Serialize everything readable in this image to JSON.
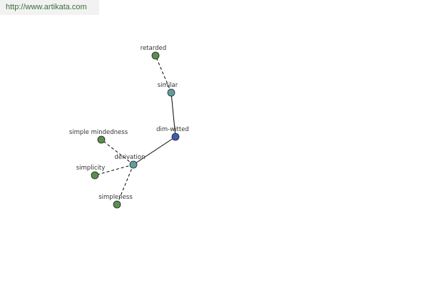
{
  "source_link": "http://www.artikata.com",
  "colors": {
    "center_node": "#3a5dae",
    "relation_node": "#5f9ea0",
    "leaf_node": "#5a8f4e",
    "node_stroke": "#222222",
    "edge": "#000000"
  },
  "graph": {
    "nodes": [
      {
        "id": "dim-witted",
        "label": "dim-witted",
        "kind": "center"
      },
      {
        "id": "similar",
        "label": "similar",
        "kind": "relation"
      },
      {
        "id": "derivation",
        "label": "derivation",
        "kind": "relation"
      },
      {
        "id": "retarded",
        "label": "retarded",
        "kind": "leaf"
      },
      {
        "id": "simple-mindedness",
        "label": "simple mindedness",
        "kind": "leaf"
      },
      {
        "id": "simplicity",
        "label": "simplicity",
        "kind": "leaf"
      },
      {
        "id": "simpleness",
        "label": "simpleness",
        "kind": "leaf"
      }
    ],
    "edges": [
      {
        "from": "dim-witted",
        "to": "similar",
        "style": "solid"
      },
      {
        "from": "dim-witted",
        "to": "derivation",
        "style": "solid"
      },
      {
        "from": "similar",
        "to": "retarded",
        "style": "dashed"
      },
      {
        "from": "derivation",
        "to": "simple-mindedness",
        "style": "dashed"
      },
      {
        "from": "derivation",
        "to": "simplicity",
        "style": "dashed"
      },
      {
        "from": "derivation",
        "to": "simpleness",
        "style": "dashed"
      }
    ]
  }
}
